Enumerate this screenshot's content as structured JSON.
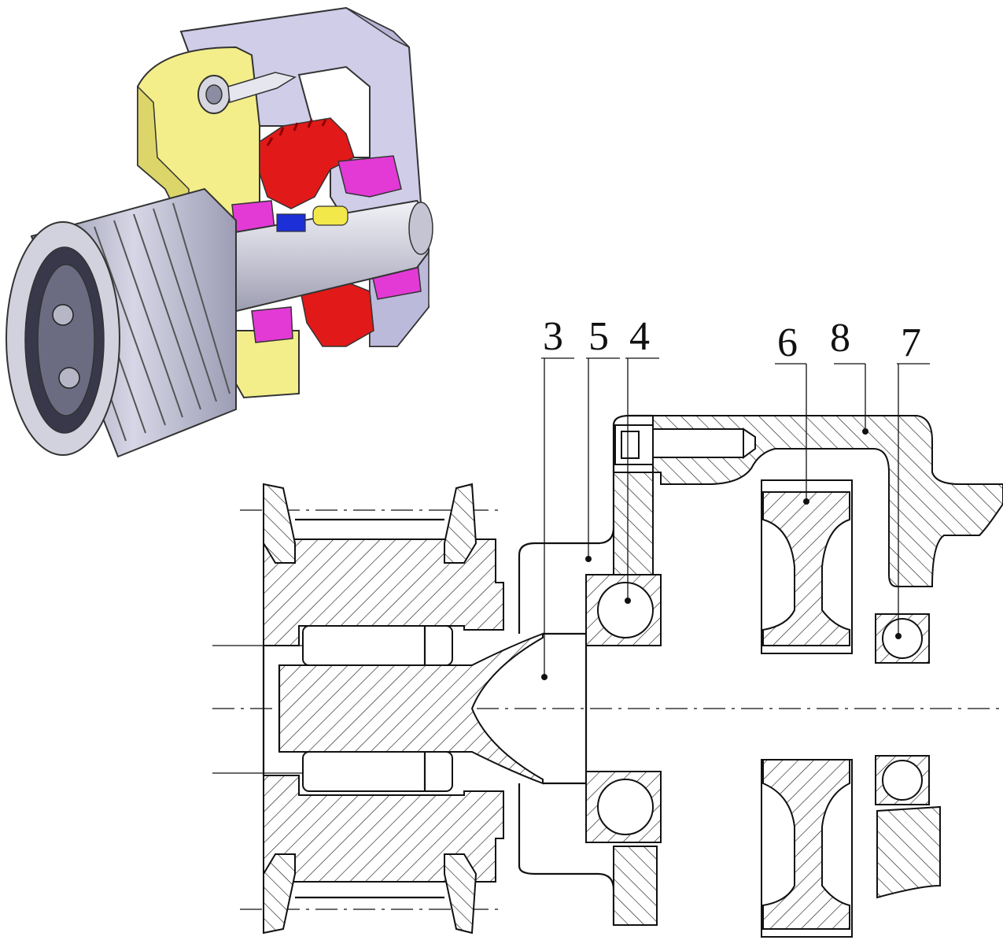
{
  "callouts": [
    {
      "id": "3",
      "label": "3"
    },
    {
      "id": "5",
      "label": "5"
    },
    {
      "id": "4",
      "label": "4"
    },
    {
      "id": "6",
      "label": "6"
    },
    {
      "id": "8",
      "label": "8"
    },
    {
      "id": "7",
      "label": "7"
    }
  ],
  "render_colors": {
    "housing": "#c9c8e6",
    "cover": "#f2ee8c",
    "gear_red": "#e31a1a",
    "bearing_magenta": "#e33ad6",
    "key_blue": "#1d2fd6",
    "key_yellow": "#f3e84a",
    "ring_green": "#3fd63f",
    "pulley_grey": "#b9b9cc",
    "shaft_grey": "#d9d9e4"
  }
}
